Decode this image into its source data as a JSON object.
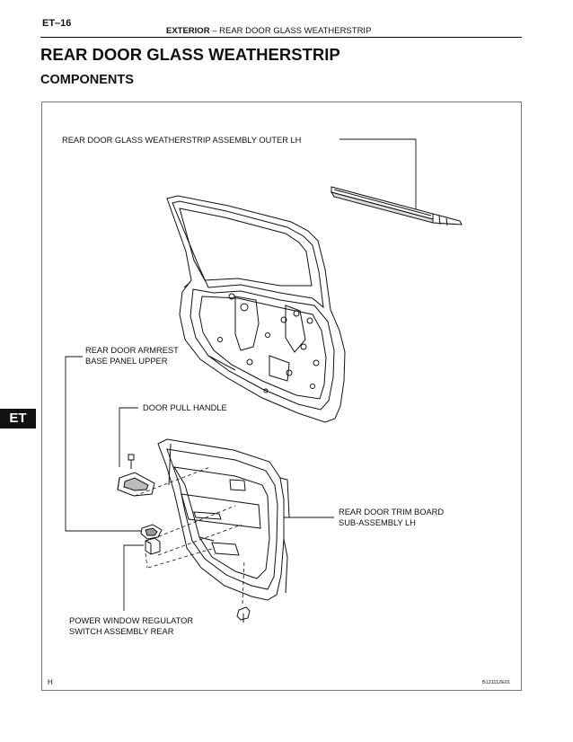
{
  "header": {
    "page_code": "ET–16",
    "section": "EXTERIOR",
    "separator": "–",
    "topic": "REAR DOOR GLASS WEATHERSTRIP"
  },
  "title": "REAR DOOR GLASS WEATHERSTRIP",
  "subtitle": "COMPONENTS",
  "side_tab": "ET",
  "figure": {
    "labels": {
      "weatherstrip_line1": "REAR DOOR GLASS WEATHERSTRIP ASSEMBLY OUTER LH",
      "armrest_line1": "REAR DOOR ARMREST",
      "armrest_line2": "BASE PANEL UPPER",
      "pull_handle": "DOOR PULL HANDLE",
      "trim_line1": "REAR DOOR TRIM BOARD",
      "trim_line2": "SUB-ASSEMBLY LH",
      "switch_line1": "POWER WINDOW REGULATOR",
      "switch_line2": "SWITCH ASSEMBLY REAR"
    },
    "corner_mark": "H",
    "figure_code": "B121112E01"
  }
}
